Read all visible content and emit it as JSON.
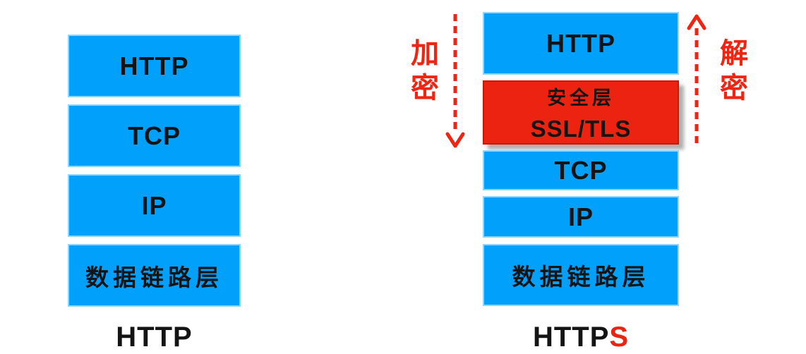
{
  "left_stack": {
    "caption": "HTTP",
    "layers": [
      {
        "label": "HTTP"
      },
      {
        "label": "TCP"
      },
      {
        "label": "IP"
      },
      {
        "label": "数据链路层"
      }
    ]
  },
  "right_stack": {
    "caption_prefix": "HTTP",
    "caption_suffix": "S",
    "layers": [
      {
        "label": "HTTP"
      },
      {
        "line1": "安全层",
        "line2": "SSL/TLS"
      },
      {
        "label": "TCP"
      },
      {
        "label": "IP"
      },
      {
        "label": "数据链路层"
      }
    ]
  },
  "annotations": {
    "encrypt": "加密",
    "decrypt": "解密"
  },
  "colors": {
    "layer_blue": "#00A0FB",
    "security_red": "#EC2310",
    "annotation_red": "#EF2511",
    "label_black": "#141414",
    "shadow_gray": "#6E6E6E",
    "background": "#FFFFFF"
  }
}
